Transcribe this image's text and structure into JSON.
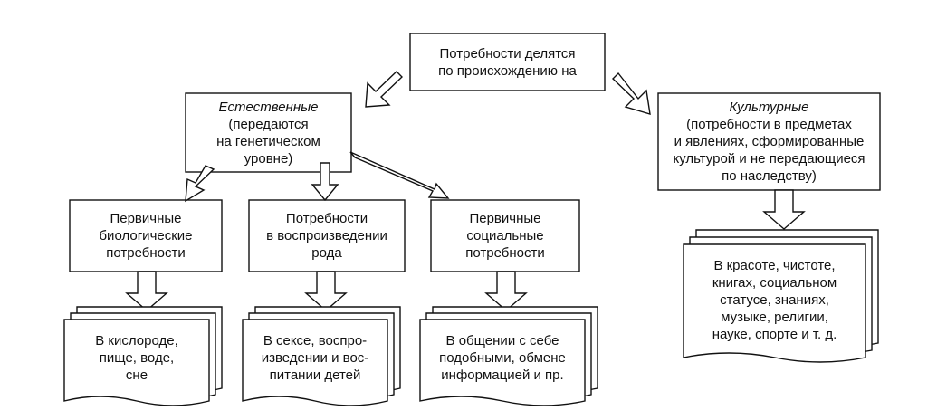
{
  "root": {
    "lines": [
      "Потребности делятся",
      "по происхождению на"
    ]
  },
  "natural": {
    "title": "Естественные",
    "lines": [
      "(передаются",
      "на генетическом",
      "уровне)"
    ]
  },
  "cultural": {
    "title": "Культурные",
    "lines": [
      "(потребности в предметах",
      "и явлениях, сформированные",
      "культурой и не передающиеся",
      "по наследству)"
    ]
  },
  "bio": {
    "lines": [
      "Первичные",
      "биологические",
      "потребности"
    ]
  },
  "repro": {
    "lines": [
      "Потребности",
      "в воспроизведении",
      "рода"
    ]
  },
  "social": {
    "lines": [
      "Первичные",
      "социальные",
      "потребности"
    ]
  },
  "bio_doc": {
    "lines": [
      "В кислороде,",
      "пище, воде,",
      "сне"
    ]
  },
  "repro_doc": {
    "lines": [
      "В сексе, воспро-",
      "изведении и вос-",
      "питании детей"
    ]
  },
  "social_doc": {
    "lines": [
      "В общении с себе",
      "подобными, обмене",
      "информацией и пр."
    ]
  },
  "cultural_doc": {
    "lines": [
      "В красоте, чистоте,",
      "книгах, социальном",
      "статусе, знаниях,",
      "музыке, религии,",
      "науке, спорте и т. д."
    ]
  }
}
